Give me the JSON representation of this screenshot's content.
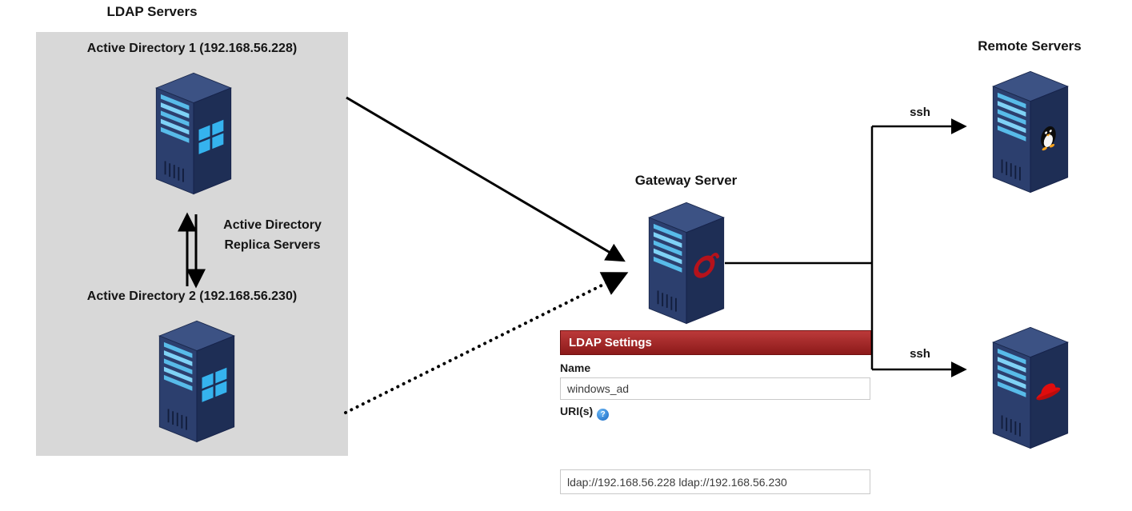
{
  "titles": {
    "ldap_servers": "LDAP Servers",
    "gateway_server": "Gateway Server",
    "remote_servers": "Remote Servers"
  },
  "ldap_group": {
    "ad1_label": "Active Directory 1 (192.168.56.228)",
    "ad2_label": "Active Directory 2 (192.168.56.230)",
    "replica_line1": "Active Directory",
    "replica_line2": "Replica Servers"
  },
  "connections": {
    "ssh_top_label": "ssh",
    "ssh_bottom_label": "ssh"
  },
  "ldap_settings_panel": {
    "header": "LDAP Settings",
    "name_label": "Name",
    "name_value": "windows_ad",
    "uri_label": "URI(s)",
    "help_icon_glyph": "?",
    "uri_value": "ldap://192.168.56.228 ldap://192.168.56.230"
  },
  "icons": {
    "ad1": "windows-server-icon",
    "ad2": "windows-server-icon",
    "gateway": "guacamole-server-icon",
    "remote_top": "linux-tux-server-icon",
    "remote_bottom": "redhat-server-icon"
  },
  "colors": {
    "group_box_bg": "#d8d8d8",
    "panel_header_red": "#9e2424",
    "server_body_navy": "#2c3f6e",
    "server_stripe_blue": "#58bbe9",
    "windows_blue": "#35b3ee",
    "redhat_red": "#e00d0d",
    "guacamole_red": "#b5121b",
    "help_icon_blue": "#1e88e5",
    "arrow_black": "#000000"
  }
}
